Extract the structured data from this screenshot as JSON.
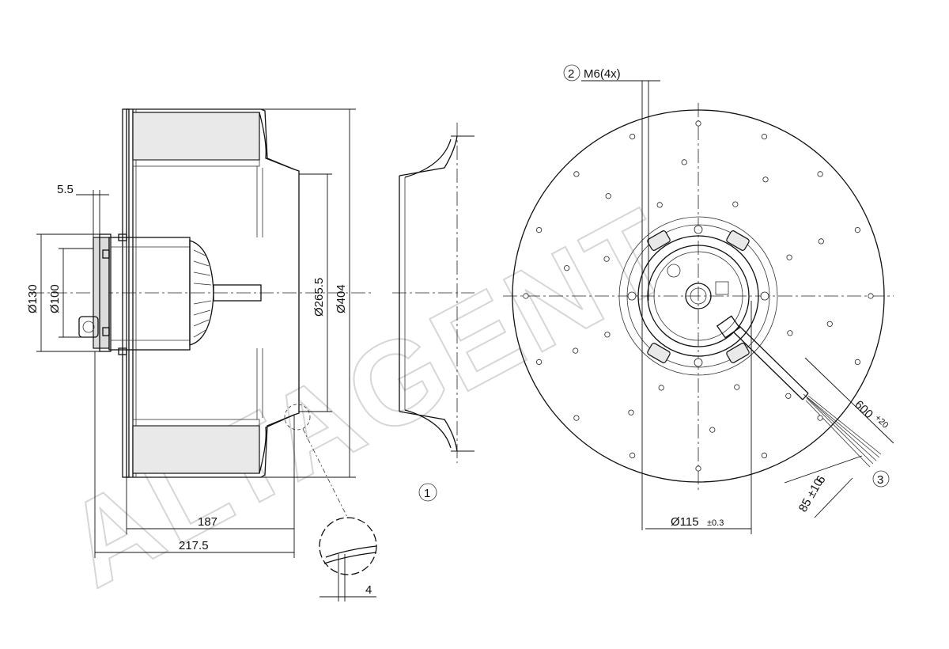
{
  "watermark": "ALTAGENT",
  "side_view": {
    "dim_top": "5.5",
    "dim_outer_dia": "Ø130",
    "dim_inner_dia": "Ø100",
    "dim_265": "Ø265.5",
    "dim_404": "Ø404",
    "dim_187": "187",
    "dim_217": "217.5",
    "dim_detail": "4"
  },
  "inlet_ring": {
    "callout": "1"
  },
  "front_view": {
    "callout_mount": "2",
    "mount_label": "M6(4x)",
    "bolt_circle_value": "Ø115",
    "bolt_circle_tol": "±0.3",
    "cable_length_value": "600",
    "cable_length_tol": "+20",
    "cable_callout": "3",
    "strip_length": "6",
    "sheath_length": "85 ±10"
  }
}
